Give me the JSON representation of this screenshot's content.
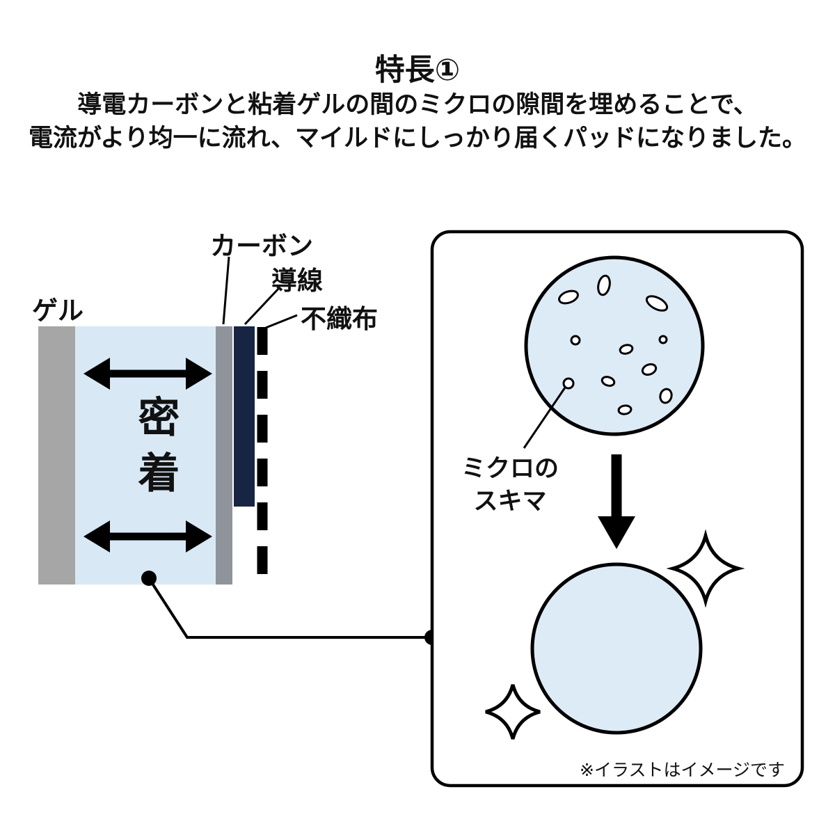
{
  "header": {
    "title": "特長①",
    "description_lines": [
      "導電カーボンと粘着ゲルの間のミクロの隙間を埋めることで、",
      "電流がより均一に流れ、マイルドにしっかり届くパッドになりました。"
    ]
  },
  "layer_diagram": {
    "gel_label": "ゲル",
    "carbon_label": "カーボン",
    "lead_wire_label": "導線",
    "nonwoven_label": "不織布",
    "adhesion_label": "密着"
  },
  "illustration": {
    "micro_gap_label_line1": "ミクロの",
    "micro_gap_label_line2": "スキマ",
    "note": "※イラストはイメージです"
  },
  "colors": {
    "gel_bar": "#a6a6a6",
    "adhesive_body": "#d9e8f5",
    "carbon_bar": "#8f949b",
    "lead_wire_bar": "#172442",
    "circle_fill": "#ddebf7",
    "line": "#000000",
    "blob_fill": "#ffffff"
  }
}
